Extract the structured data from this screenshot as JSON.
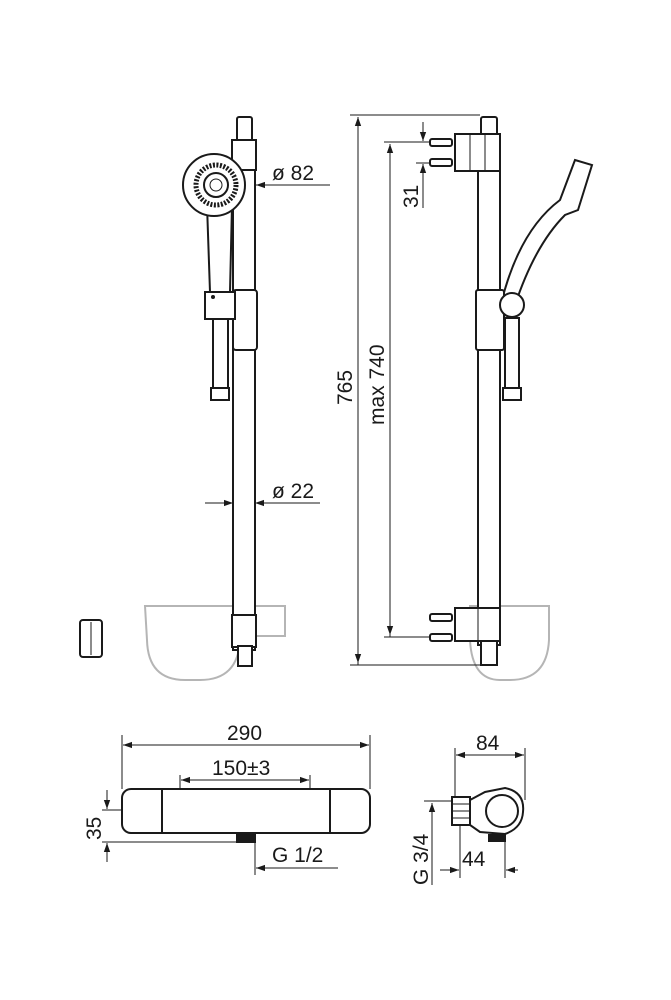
{
  "drawing": {
    "dimensions": {
      "handshower_diameter": "ø 82",
      "rail_diameter": "ø 22",
      "total_height": "765",
      "max_bracket_distance": "max 740",
      "bracket_offset": "31",
      "mixer_width": "290",
      "inlet_centers": "150±3",
      "mixer_height": "35",
      "outlet_thread": "G 1/2",
      "mixer_depth": "84",
      "inlet_depth": "44",
      "inlet_thread": "G 3/4"
    },
    "colors": {
      "line": "#1a1a1a",
      "basin": "#b5b5b5"
    }
  }
}
